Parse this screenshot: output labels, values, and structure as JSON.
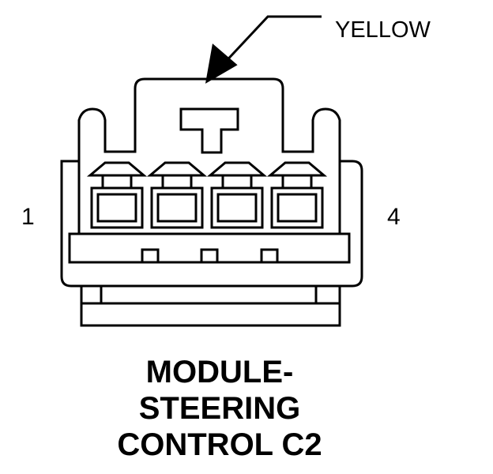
{
  "callout": {
    "color": "YELLOW"
  },
  "pins": {
    "first": "1",
    "last": "4"
  },
  "title": {
    "line1": "MODULE-",
    "line2": "STEERING",
    "line3": "CONTROL C2"
  },
  "colors": {
    "ink": "#000000",
    "background": "#ffffff"
  },
  "connector": {
    "cavity_count": 4
  }
}
